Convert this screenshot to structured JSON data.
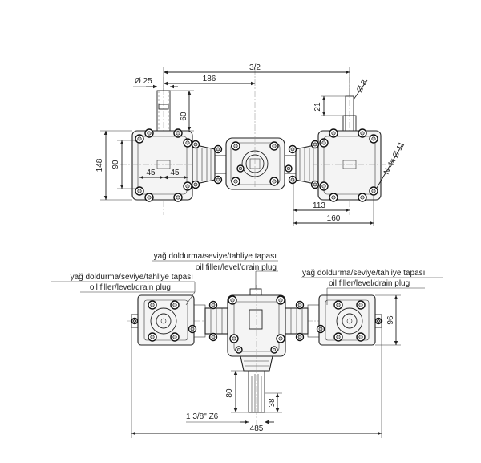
{
  "dimensions": {
    "d25": "Ø 25",
    "d186": "186",
    "d372": "3/2",
    "d8": "Ø 8",
    "d60": "60",
    "d21": "21",
    "d148": "148",
    "d90": "90",
    "d45a": "45",
    "d45b": "45",
    "d4x11": "N 4x Ø 11",
    "d113": "113",
    "d160": "160",
    "d96": "96",
    "d80": "80",
    "d38": "38",
    "spline": "1 3/8\" Z6",
    "d485": "485"
  },
  "notes": {
    "top_tr": "yağ doldurma/seviye/tahliye tapası",
    "top_en": "oil filler/level/drain plug",
    "left_tr": "yağ doldurma/seviye/tahliye tapası",
    "left_en": "oil filler/level/drain plug",
    "right_tr": "yağ doldurma/seviye/tahliye tapası",
    "right_en": "oil filler/level/drain plug"
  }
}
